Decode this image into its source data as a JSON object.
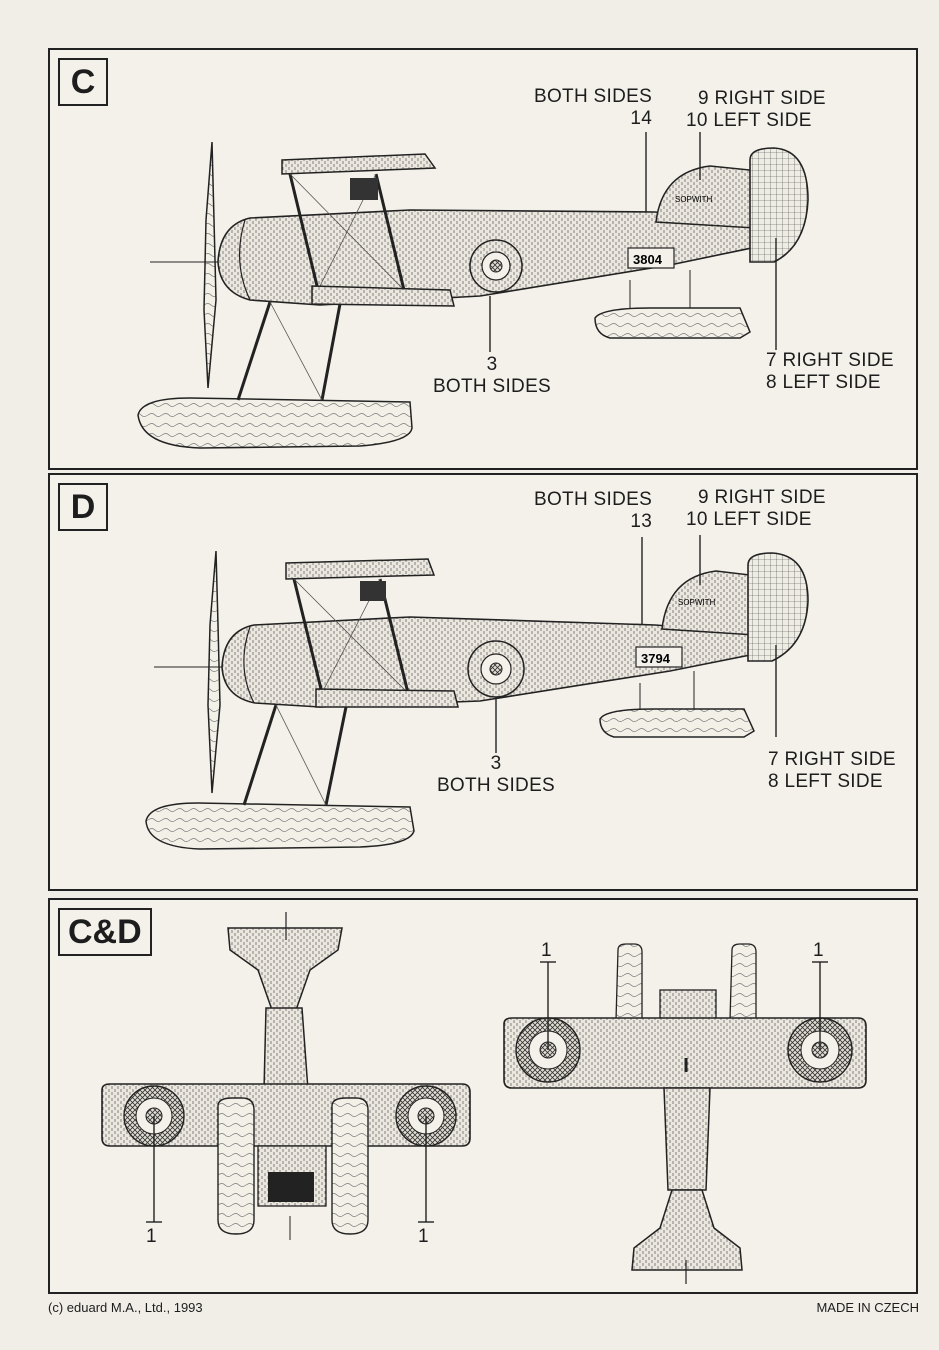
{
  "panels": {
    "c": {
      "label": "C",
      "serial": "3804",
      "tail_text": "SOPWITH",
      "callouts": {
        "top_left": {
          "line1": "BOTH SIDES",
          "line2": "14"
        },
        "top_right": {
          "line1": "9 RIGHT SIDE",
          "line2": "10 LEFT SIDE"
        },
        "bottom_mid": {
          "line1": "3",
          "line2": "BOTH SIDES"
        },
        "bottom_right": {
          "line1": "7 RIGHT SIDE",
          "line2": "8 LEFT SIDE"
        }
      }
    },
    "d": {
      "label": "D",
      "serial": "3794",
      "tail_text": "SOPWITH",
      "callouts": {
        "top_left": {
          "line1": "BOTH SIDES",
          "line2": "13"
        },
        "top_right": {
          "line1": "9 RIGHT SIDE",
          "line2": "10 LEFT SIDE"
        },
        "bottom_mid": {
          "line1": "3",
          "line2": "BOTH SIDES"
        },
        "bottom_right": {
          "line1": "7 RIGHT SIDE",
          "line2": "8 LEFT SIDE"
        }
      }
    },
    "cd": {
      "label": "C&D",
      "underside_left": "1",
      "underside_right": "1",
      "top_left": "1",
      "top_right": "1"
    }
  },
  "footer": {
    "copyright": "(c) eduard M.A., Ltd., 1993",
    "origin": "MADE IN CZECH"
  },
  "colors": {
    "ink": "#1d1d1d",
    "paper": "#f4f1ea",
    "tint": "#d9d5cc"
  }
}
